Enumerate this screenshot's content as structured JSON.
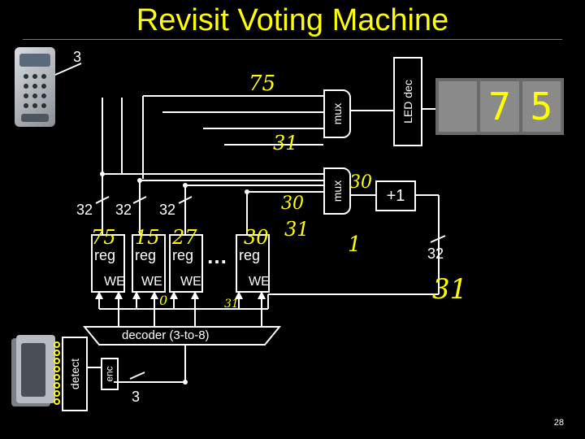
{
  "title": "Revisit Voting Machine",
  "labels": {
    "bus_keypad": "3",
    "bus_32_a": "32",
    "bus_32_b": "32",
    "bus_32_c": "32",
    "bus_32_adder": "32",
    "bus_enc": "3",
    "mux_top": "mux",
    "mux_bottom": "mux",
    "led_dec": "LED dec",
    "adder": "+1",
    "decoder": "decoder (3-to-8)",
    "detect": "detect",
    "enc": "enc",
    "ellipsis": "…",
    "registers": [
      {
        "label": "reg",
        "we": "WE",
        "value": "75"
      },
      {
        "label": "reg",
        "we": "WE",
        "value": "15"
      },
      {
        "label": "reg",
        "we": "WE",
        "value": "27"
      },
      {
        "label": "reg",
        "we": "WE",
        "value": "30"
      }
    ]
  },
  "annotations": {
    "top_mux_out": "75",
    "mid_31": "31",
    "bottom_mux_in": "30",
    "bottom_mux_out": "30",
    "reg_31": "31",
    "adder_in": "1",
    "adder_out": "31",
    "we_line_0": "0",
    "we_line_31": "31"
  },
  "display": {
    "digits": [
      "",
      "7",
      "5"
    ]
  },
  "page_number": "28"
}
